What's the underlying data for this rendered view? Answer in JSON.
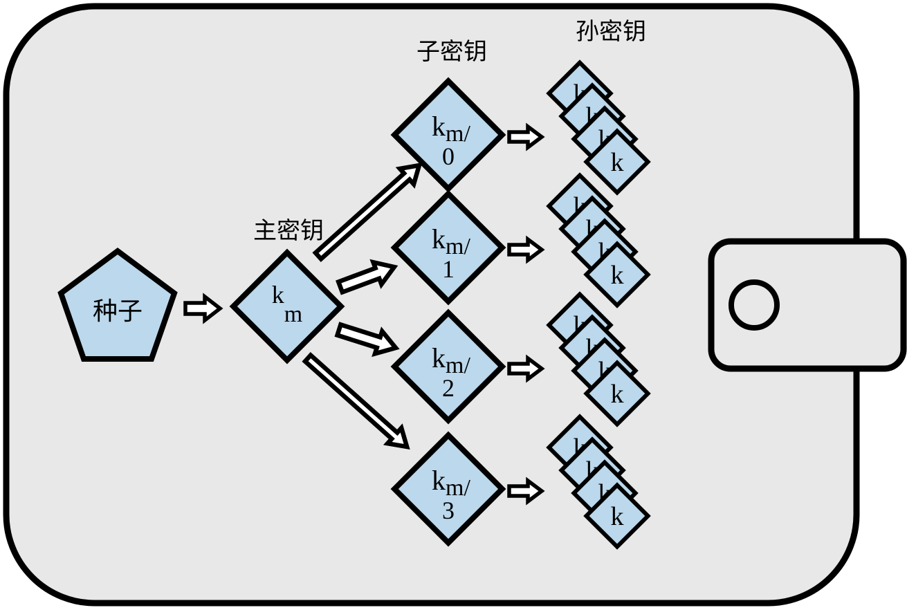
{
  "colors": {
    "page_background": "#ffffff",
    "wallet_fill": "#e8e8e8",
    "key_shape_fill": "#bbd8ec",
    "outline": "#000000",
    "arrow_fill": "#ffffff"
  },
  "labels": {
    "seed": "种子",
    "master_key": "主密钥",
    "child_keys": "子密钥",
    "grandchild_keys": "孙密钥"
  },
  "keys": {
    "master": {
      "base": "k",
      "sub": "m"
    },
    "children": [
      {
        "base": "k",
        "sub": "m/",
        "index": "0"
      },
      {
        "base": "k",
        "sub": "m/",
        "index": "1"
      },
      {
        "base": "k",
        "sub": "m/",
        "index": "2"
      },
      {
        "base": "k",
        "sub": "m/",
        "index": "3"
      }
    ],
    "grandchild": "k"
  }
}
